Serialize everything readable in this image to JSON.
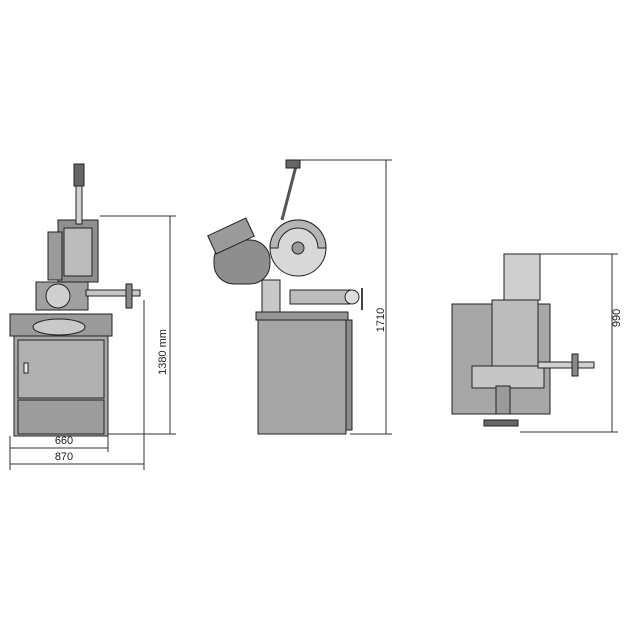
{
  "dimensions": {
    "front_width_inner": "660",
    "front_width_outer": "870",
    "front_height": "1380 mm",
    "side_height": "1710",
    "top_depth": "990"
  }
}
